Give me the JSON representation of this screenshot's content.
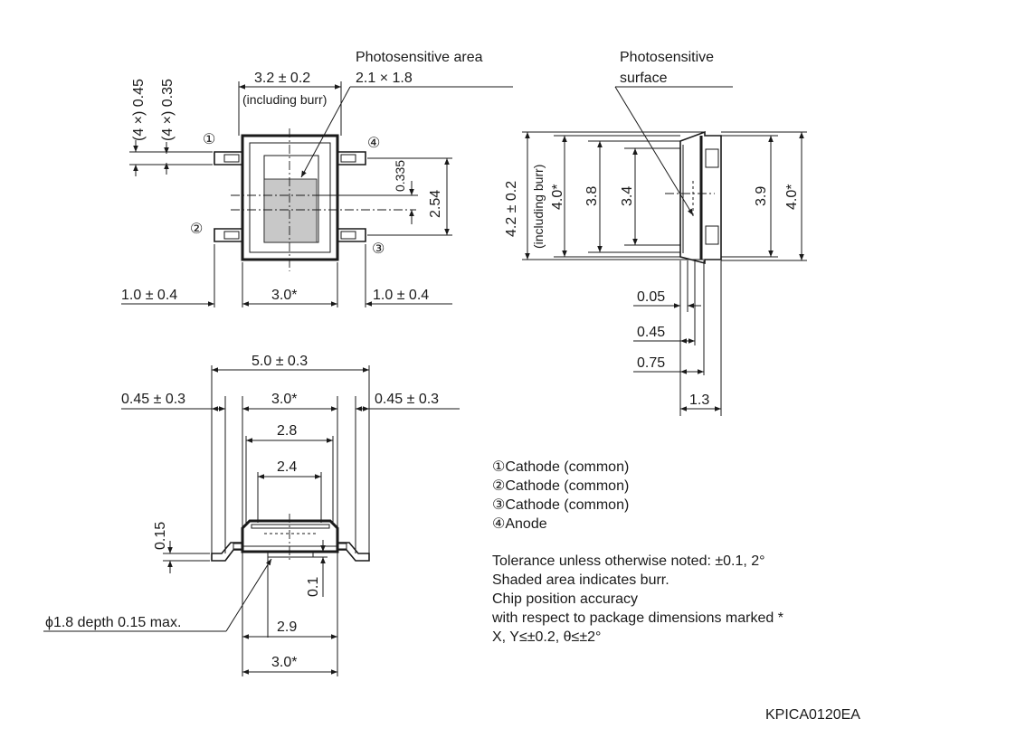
{
  "top_view": {
    "photosensitive_area_label": "Photosensitive area",
    "photosensitive_area_dim": "2.1 × 1.8",
    "width_dim": "3.2 ± 0.2",
    "width_note": "(including burr)",
    "lead_width_a": "(4 ×) 0.45",
    "lead_width_b": "(4 ×) 0.35",
    "offset_dim": "0.335",
    "pitch_dim": "2.54",
    "left_lead_dim": "1.0 ± 0.4",
    "chip_dim": "3.0*",
    "right_lead_dim": "1.0 ± 0.4",
    "pin1": "①",
    "pin2": "②",
    "pin3": "③",
    "pin4": "④"
  },
  "side_view": {
    "surface_label_1": "Photosensitive",
    "surface_label_2": "surface",
    "height_dim": "4.2 ± 0.2",
    "height_note": "(including burr)",
    "chip_dim_left": "4.0*",
    "dim_38": "3.8",
    "dim_34": "3.4",
    "dim_39": "3.9",
    "chip_dim_right": "4.0*",
    "dim_005": "0.05",
    "dim_045": "0.45",
    "dim_075": "0.75",
    "dim_13": "1.3"
  },
  "front_view": {
    "overall_dim": "5.0 ± 0.3",
    "left_lead_dim": "0.45 ± 0.3",
    "chip_dim": "3.0*",
    "right_lead_dim": "0.45 ± 0.3",
    "dim_28": "2.8",
    "dim_24": "2.4",
    "dim_015": "0.15",
    "dim_01": "0.1",
    "hole_label": "ϕ1.8 depth 0.15 max.",
    "dim_29": "2.9",
    "bottom_chip_dim": "3.0*"
  },
  "pins": [
    {
      "marker": "①",
      "label": "Cathode (common)"
    },
    {
      "marker": "②",
      "label": "Cathode (common)"
    },
    {
      "marker": "③",
      "label": "Cathode (common)"
    },
    {
      "marker": "④",
      "label": "Anode"
    }
  ],
  "notes": [
    "Tolerance unless otherwise noted: ±0.1, 2°",
    "Shaded area indicates burr.",
    "Chip position accuracy",
    "with respect to package dimensions marked *",
    "X, Y≤±0.2, θ≤±2°"
  ],
  "drawing_code": "KPICA0120EA",
  "colors": {
    "line": "#1a1a1a",
    "shade": "#c8c8c8",
    "background": "#ffffff"
  }
}
